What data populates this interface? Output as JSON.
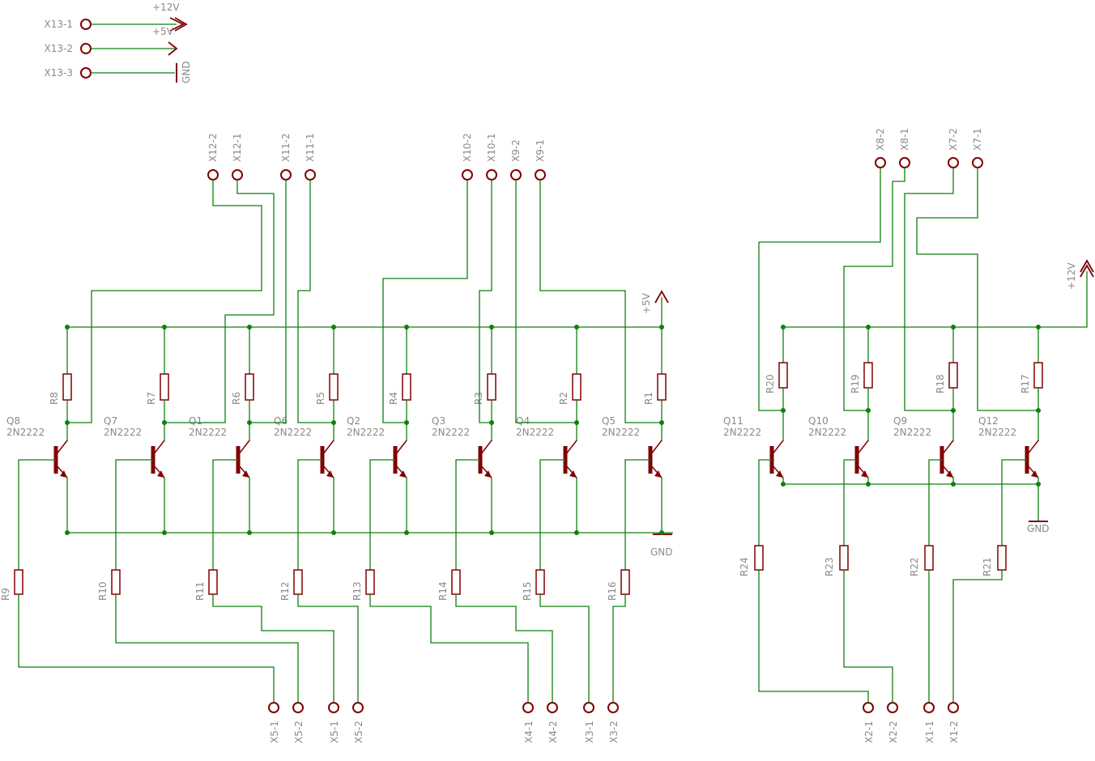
{
  "colors": {
    "wire": "#0f800f",
    "part": "#800000",
    "label": "#8a8a8a",
    "background": "#ffffff"
  },
  "power_symbols": {
    "v12": "+12V",
    "v5": "+5V",
    "gnd": "GND"
  },
  "header_connector": {
    "pins": [
      "X13-1",
      "X13-2",
      "X13-3"
    ],
    "nets": [
      "+12V",
      "+5V",
      "GND"
    ]
  },
  "top_connectors_left": [
    "X12-2",
    "X12-1",
    "X11-2",
    "X11-1"
  ],
  "top_connectors_mid": [
    "X10-2",
    "X10-1",
    "X9-2",
    "X9-1"
  ],
  "top_connectors_right": [
    "X8-2",
    "X8-1",
    "X7-2",
    "X7-1"
  ],
  "left_bank": {
    "rail_label": "+5V",
    "gnd_label": "GND",
    "stages": [
      {
        "transistor": "Q8",
        "model": "2N2222",
        "collector_r": "R8",
        "base_r": "R9"
      },
      {
        "transistor": "Q7",
        "model": "2N2222",
        "collector_r": "R7",
        "base_r": "R10"
      },
      {
        "transistor": "Q1",
        "model": "2N2222",
        "collector_r": "R6",
        "base_r": "R11"
      },
      {
        "transistor": "Q6",
        "model": "2N2222",
        "collector_r": "R5",
        "base_r": "R12"
      },
      {
        "transistor": "Q2",
        "model": "2N2222",
        "collector_r": "R4",
        "base_r": "R13"
      },
      {
        "transistor": "Q3",
        "model": "2N2222",
        "collector_r": "R3",
        "base_r": "R14"
      },
      {
        "transistor": "Q4",
        "model": "2N2222",
        "collector_r": "R2",
        "base_r": "R15"
      },
      {
        "transistor": "Q5",
        "model": "2N2222",
        "collector_r": "R1",
        "base_r": "R16"
      }
    ]
  },
  "right_bank": {
    "rail_label": "+12V",
    "gnd_label": "GND",
    "stages": [
      {
        "transistor": "Q11",
        "model": "2N2222",
        "collector_r": "R20",
        "base_r": "R24"
      },
      {
        "transistor": "Q10",
        "model": "2N2222",
        "collector_r": "R19",
        "base_r": "R23"
      },
      {
        "transistor": "Q9",
        "model": "2N2222",
        "collector_r": "R18",
        "base_r": "R22"
      },
      {
        "transistor": "Q12",
        "model": "2N2222",
        "collector_r": "R17",
        "base_r": "R21"
      }
    ]
  },
  "bottom_connectors_left": [
    "X5-1",
    "X5-2",
    "X5-1",
    "X5-2",
    "X4-1",
    "X4-2",
    "X3-1",
    "X3-2"
  ],
  "bottom_connectors_right": [
    "X2-1",
    "X2-2",
    "X1-1",
    "X1-2"
  ]
}
